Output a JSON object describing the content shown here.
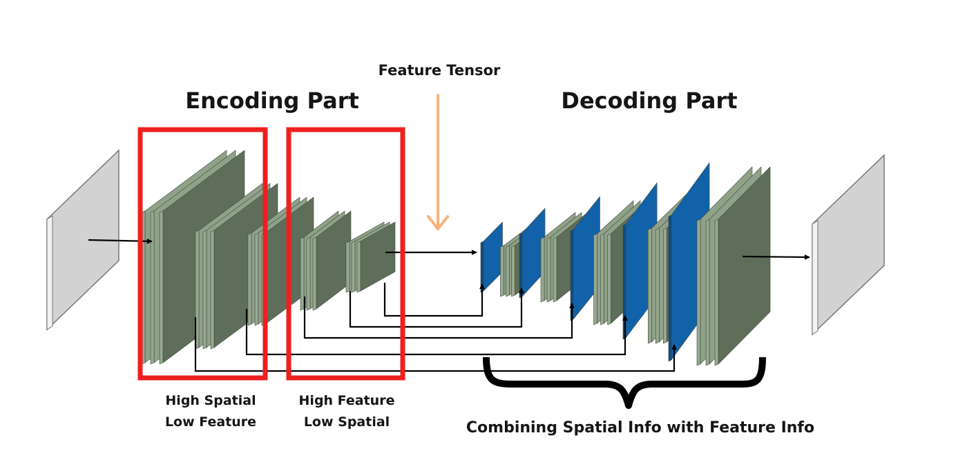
{
  "encoding": {
    "title": "Encoding Part",
    "high_spatial": {
      "line1": "High Spatial",
      "line2": "Low Feature"
    },
    "high_feature": {
      "line1": "High Feature",
      "line2": "Low Spatial"
    }
  },
  "decoding": {
    "title": "Decoding Part",
    "combining_caption": "Combining Spatial Info with Feature Info"
  },
  "bottleneck": {
    "label": "Feature Tensor"
  },
  "colors": {
    "layer_face": "#5f6e5a",
    "layer_side": "#8fa289",
    "layer_top": "#a9b8a2",
    "upconv_blue": "#1162a8",
    "highlight_box": "#ee1f1f",
    "feature_arrow": "#f9b27c",
    "image_plane": "#d2d2d2"
  },
  "icons": {
    "input": "grey-image-plane",
    "output": "grey-image-plane",
    "skip_connection": "right-angle-arrow",
    "brace": "curly-brace"
  }
}
